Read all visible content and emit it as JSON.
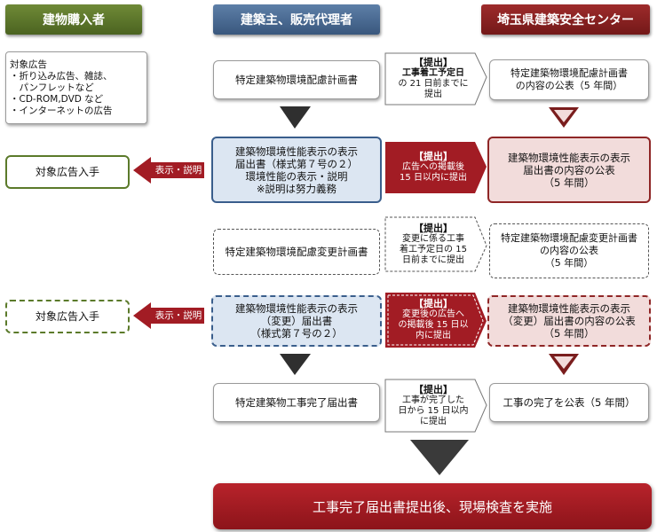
{
  "headers": {
    "buyer": "建物購入者",
    "owner": "建築主、販売代理者",
    "center": "埼玉県建築安全センター"
  },
  "ad_note": {
    "lines": [
      "対象広告",
      "・折り込み広告、雑誌、",
      "　パンフレットなど",
      "・CD-ROM,DVD など",
      "・インターネットの広告"
    ]
  },
  "owner_boxes": {
    "plan": "特定建築物環境配慮計画書",
    "display_report": [
      "建築物環境性能表示の表示",
      "届出書（様式第７号の２）",
      "環境性能の表示・説明",
      "※説明は努力義務"
    ],
    "change_plan": "特定建築物環境配慮変更計画書",
    "change_display": [
      "建築物環境性能表示の表示",
      "（変更）届出書",
      "（様式第７号の２）"
    ],
    "completion": "特定建築物工事完了届出書"
  },
  "callouts": {
    "c1": {
      "title": "【提出】",
      "lines": [
        "工事着工予定日",
        "の 21 日前までに",
        "提出"
      ]
    },
    "c2": {
      "title": "【提出】",
      "lines": [
        "広告への掲載後",
        "15 日以内に提出"
      ]
    },
    "c3": {
      "title": "【提出】",
      "lines": [
        "変更に係る工事",
        "着工予定日の 15",
        "日前までに提出"
      ]
    },
    "c4": {
      "title": "【提出】",
      "lines": [
        "変更後の広告へ",
        "の掲載後 15 日以",
        "内に提出"
      ]
    },
    "c5": {
      "title": "【提出】",
      "lines": [
        "工事が完了した",
        "日から 15 日以内",
        "に提出"
      ]
    }
  },
  "center_boxes": {
    "b1": [
      "特定建築物環境配慮計画書",
      "の内容の公表（5 年間）"
    ],
    "b2": [
      "建築物環境性能表示の表示",
      "届出書の内容の公表",
      "（5 年間）"
    ],
    "b3": [
      "特定建築物環境配慮変更計画書",
      "の内容の公表",
      "（5 年間）"
    ],
    "b4": [
      "建築物環境性能表示の表示",
      "（変更）届出書の内容の公表",
      "（5 年間）"
    ],
    "b5": "工事の完了を公表（5 年間）"
  },
  "buyer": {
    "acquire1": "対象広告入手",
    "acquire2": "対象広告入手",
    "arrow1": "表示・説明",
    "arrow2": "表示・説明"
  },
  "final": "工事完了届出書提出後、現場検査を実施"
}
